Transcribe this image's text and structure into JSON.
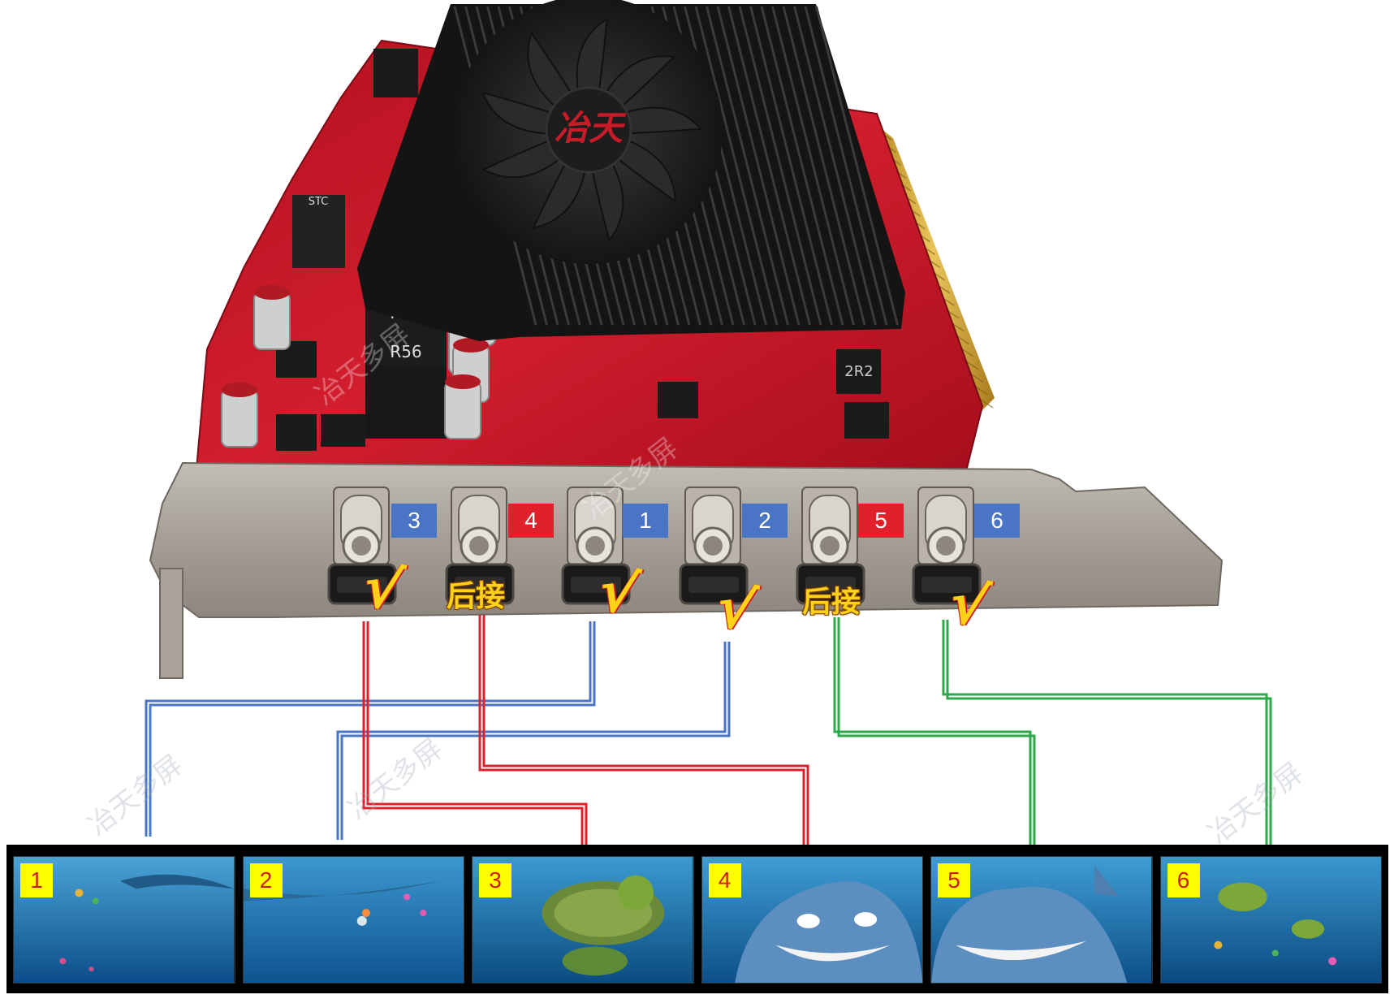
{
  "ports": [
    {
      "label": "3",
      "color": "#4a74c4"
    },
    {
      "label": "4",
      "color": "#e0202a"
    },
    {
      "label": "1",
      "color": "#4a74c4"
    },
    {
      "label": "2",
      "color": "#4a74c4"
    },
    {
      "label": "5",
      "color": "#e0202a"
    },
    {
      "label": "6",
      "color": "#4a74c4"
    }
  ],
  "annotations": {
    "rear_connect_left": "后接",
    "rear_connect_right": "后接",
    "check_mark": "√"
  },
  "screens": [
    {
      "label": "1"
    },
    {
      "label": "2"
    },
    {
      "label": "3"
    },
    {
      "label": "4"
    },
    {
      "label": "5"
    },
    {
      "label": "6"
    }
  ],
  "card_logo_text": "冶天",
  "watermark": "冶天多屏",
  "component_marks": [
    "R56",
    "R56",
    "STC",
    "2R2"
  ],
  "colors": {
    "blue_line": "#4a74c4",
    "red_line": "#e0202a",
    "green_line": "#2ea84a",
    "pcb": "#c8182a",
    "bracket": "#a9a39b"
  }
}
